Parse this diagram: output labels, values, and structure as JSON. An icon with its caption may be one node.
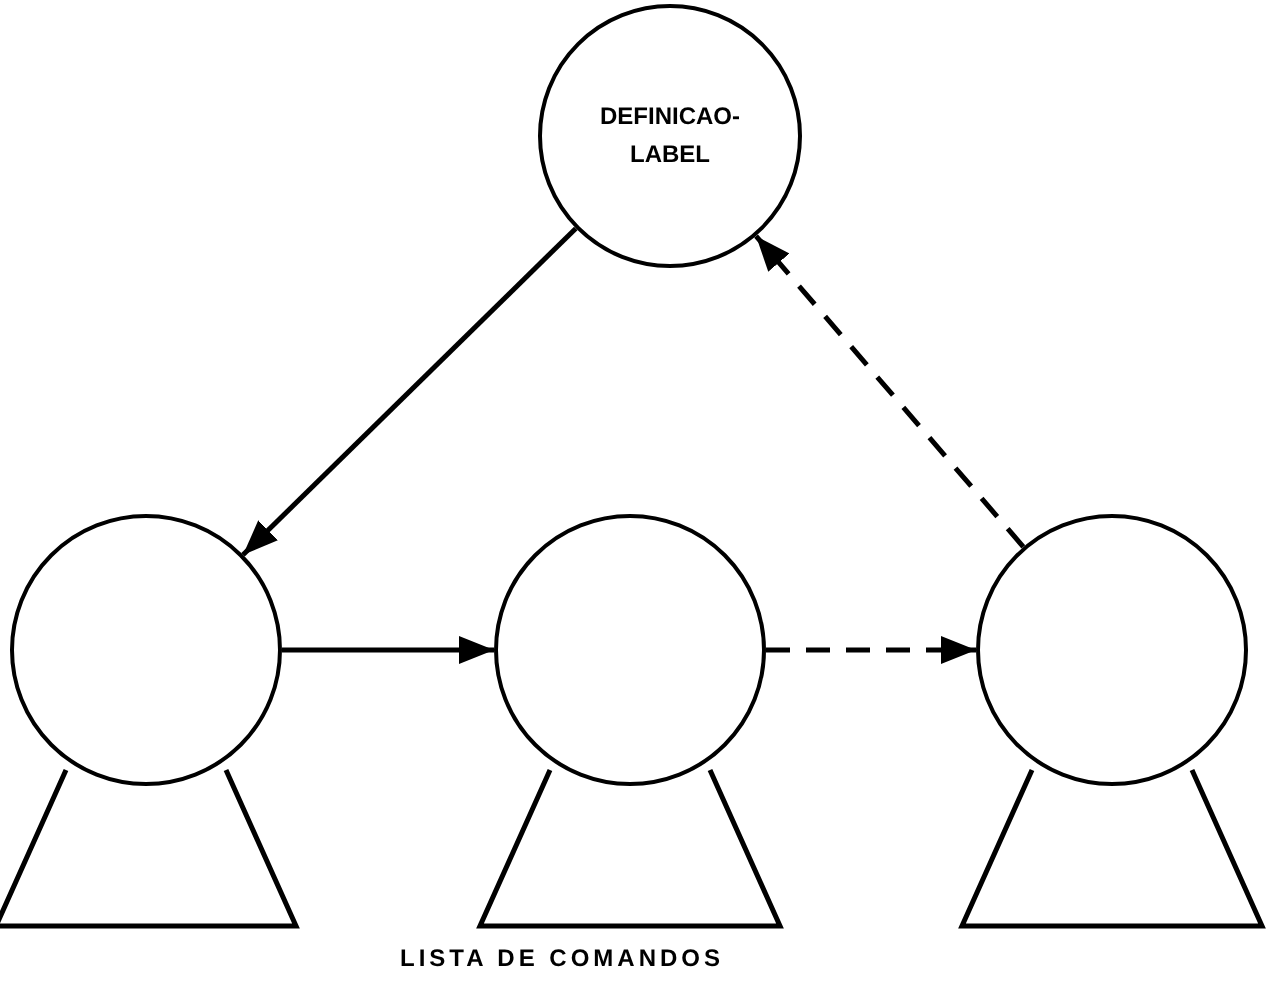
{
  "diagram": {
    "nodes": [
      {
        "text": [
          "DEFINICAO- LABEL"
        ]
      },
      {
        "text": [],
        "shape": "circle"
      },
      {
        "text": [],
        "shape": "circle"
      },
      {
        "text": [],
        "shape": "circle"
      }
    ],
    "edges": [
      {
        "from": 0,
        "to": 1,
        "arrow": "to"
      },
      {
        "from": 1,
        "to": 2,
        "arrow": "to"
      },
      {
        "from": 2,
        "to": 3,
        "arrow": "to",
        "style": "dashed"
      },
      {
        "from": 3,
        "to": 0,
        "arrow": "to",
        "style": "dashed"
      }
    ],
    "labels": [
      "LISTA DE COMANDOS"
    ]
  }
}
